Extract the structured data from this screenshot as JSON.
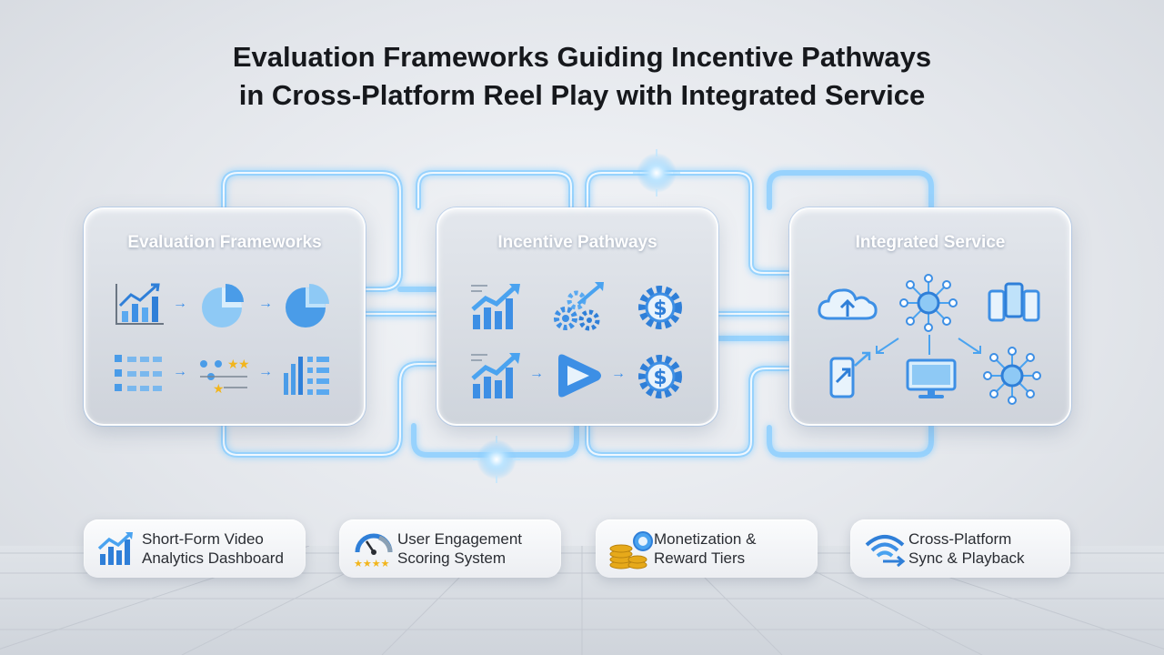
{
  "title": {
    "line1": "Evaluation Frameworks Guiding Incentive Pathways",
    "line2": "in Cross-Platform Reel Play with Integrated Service"
  },
  "panels": [
    {
      "title": "Evaluation Frameworks",
      "icons": [
        "bar-chart-icon",
        "pie-chart-icon",
        "pie-chart-icon",
        "checklist-icon",
        "rating-flow-icon",
        "list-bars-icon"
      ]
    },
    {
      "title": "Incentive Pathways",
      "icons": [
        "growth-chart-icon",
        "gears-arrow-icon",
        "dollar-gear-icon",
        "growth-chart-icon",
        "play-icon",
        "dollar-gear-icon"
      ]
    },
    {
      "title": "Integrated Service",
      "icons": [
        "cloud-upload-icon",
        "network-hub-icon",
        "devices-icon",
        "phone-cast-icon",
        "monitor-icon",
        "network-hub-icon"
      ]
    }
  ],
  "pills": [
    {
      "line1": "Short-Form Video",
      "line2": "Analytics Dashboard",
      "icon": "bar-chart-icon"
    },
    {
      "line1": "User Engagement",
      "line2": "Scoring System",
      "icon": "gauge-stars-icon"
    },
    {
      "line1": "Monetization &",
      "line2": "Reward Tiers",
      "icon": "coins-icon"
    },
    {
      "line1": "Cross-Platform",
      "line2": "Sync & Playback",
      "icon": "wifi-sync-icon"
    }
  ],
  "colors": {
    "accent": "#3b8ee8",
    "glow": "#8fd0ff",
    "title": "#16181c"
  }
}
